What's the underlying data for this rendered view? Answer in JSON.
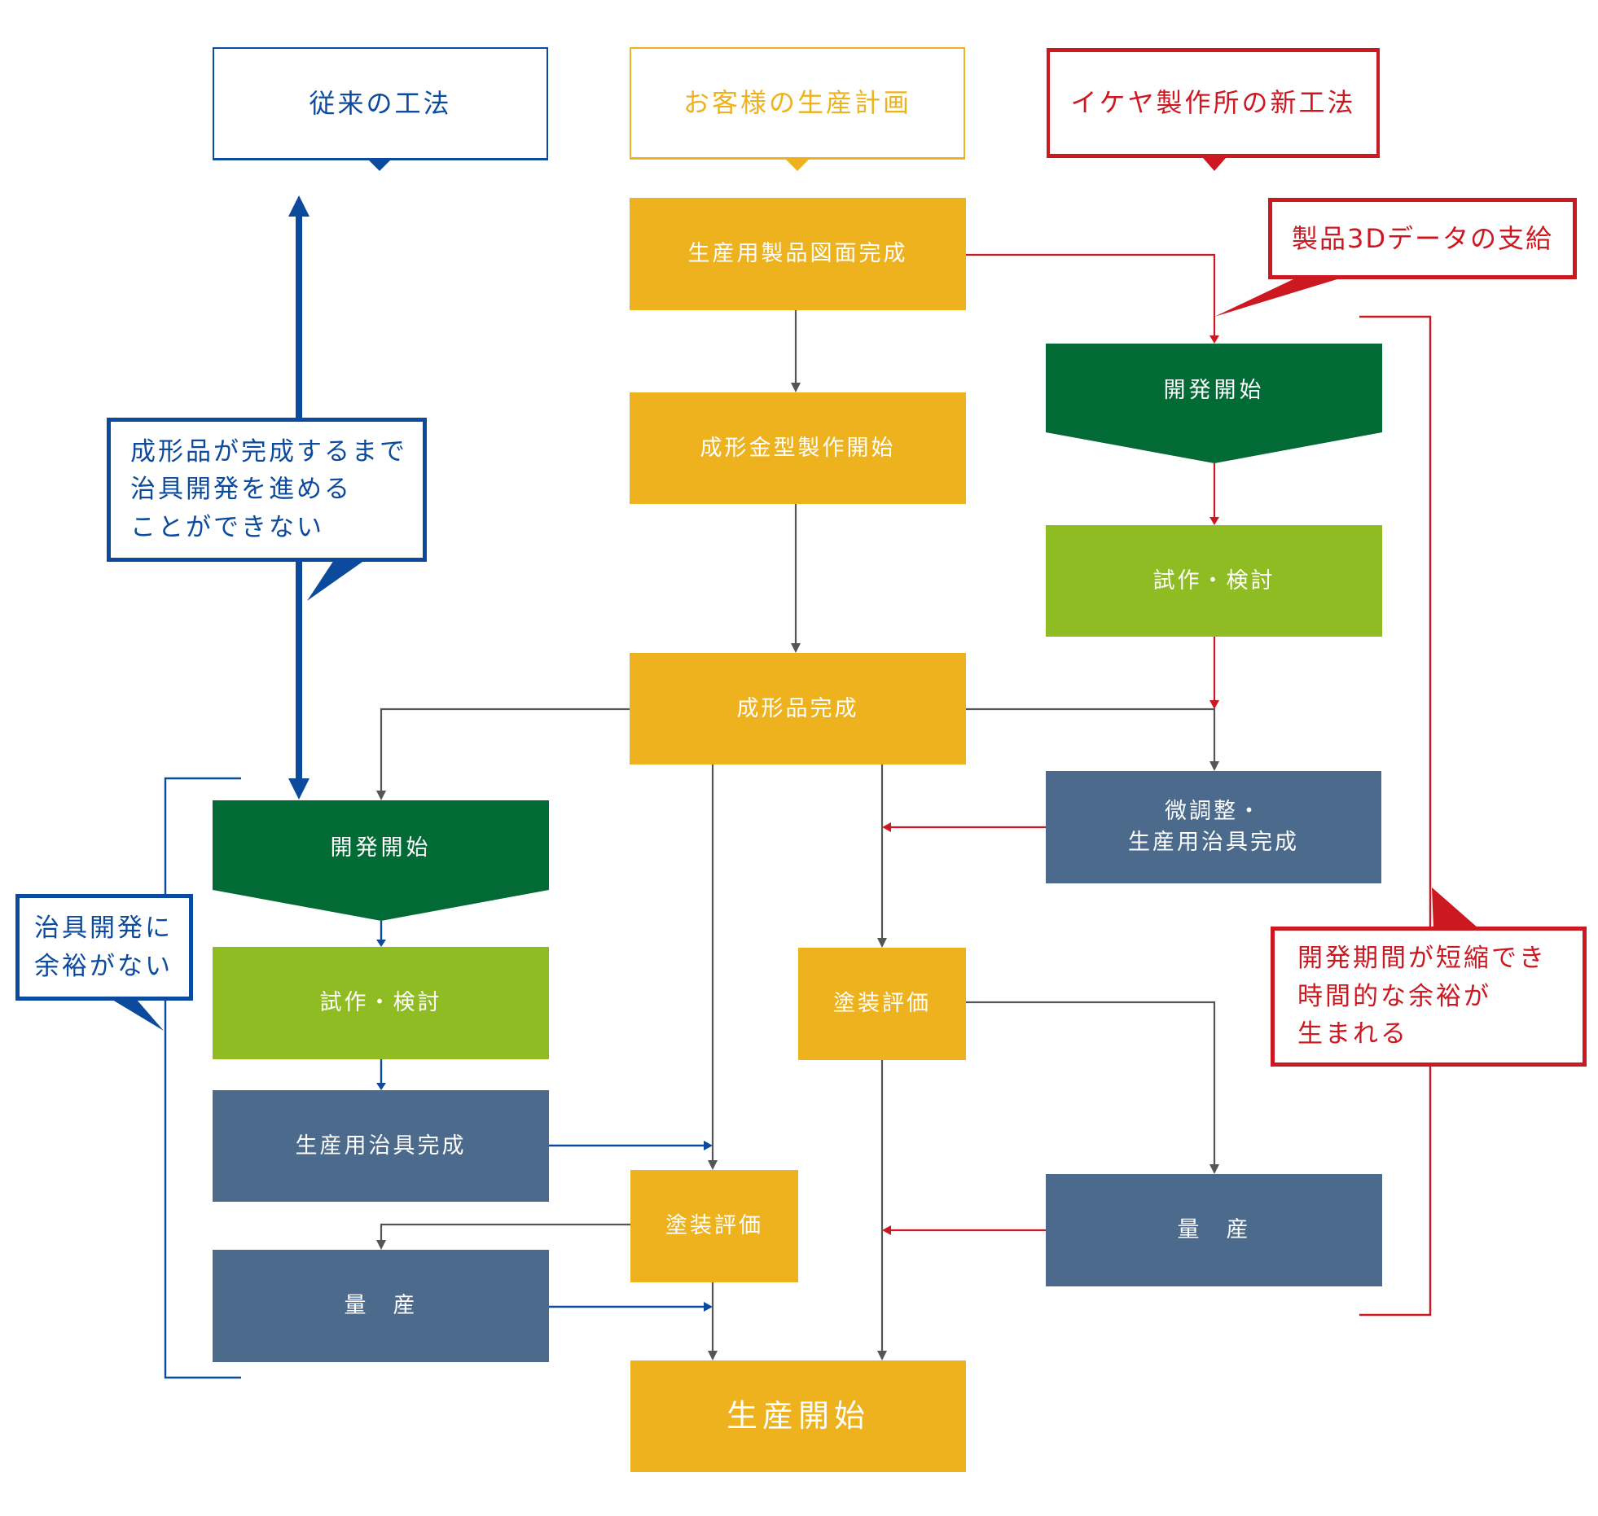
{
  "colors": {
    "traditional_blue": "#0b4a9c",
    "customer_amber": "#edb21e",
    "ikeya_red": "#cc1821",
    "dev_start_green": "#026b35",
    "trial_green": "#8fbc22",
    "jig_slate": "#4b6a8c",
    "connector_gray": "#555555"
  },
  "headers": {
    "traditional": "従来の工法",
    "customer_plan": "お客様の生産計画",
    "ikeya_new": "イケヤ製作所の新工法"
  },
  "customer_flow": {
    "drawing_complete": "生産用製品図面完成",
    "mold_start": "成形金型製作開始",
    "molded_complete": "成形品完成",
    "paint_eval_new": "塗装評価",
    "paint_eval_traditional": "塗装評価",
    "production_start": "生産開始"
  },
  "traditional_flow": {
    "dev_start": "開発開始",
    "trial_review": "試作・検討",
    "jig_complete": "生産用治具完成",
    "mass_production": "量　産"
  },
  "ikeya_flow": {
    "dev_start": "開発開始",
    "trial_review": "試作・検討",
    "fine_tune_line1": "微調整・",
    "fine_tune_line2": "生産用治具完成",
    "mass_production": "量　産"
  },
  "callouts": {
    "cannot_proceed": [
      "成形品が完成するまで",
      "治具開発を進める",
      "ことができない"
    ],
    "no_margin": [
      "治具開発に",
      "余裕がない"
    ],
    "data_supply": "製品3Dデータの支給",
    "shortened": [
      "開発期間が短縮でき",
      "時間的な余裕が",
      "生まれる"
    ]
  }
}
